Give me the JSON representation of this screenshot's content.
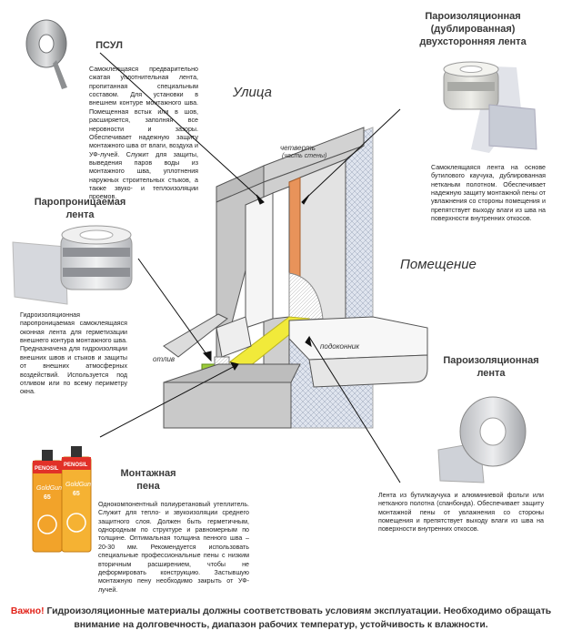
{
  "psul": {
    "title": "ПСУЛ",
    "desc": "Самоклеящаяся предварительно сжатая уплотнительная лента, пропитанная специальным составом. Для установки в внешнем контуре монтажного шва. Помещенная встык или в шов, расширяется, заполняя все неровности и зазоры. Обеспечивает надежную защиту монтажного шва от влаги, воздуха и УФ-лучей. Служит для защиты, выведения паров воды из монтажного шва, уплотнения наружных строительных стыков, а также звуко- и теплоизоляции проемов."
  },
  "vapor_double": {
    "title": [
      "Пароизоляционная",
      "(дублированная)",
      "двухсторонняя лента"
    ],
    "desc": "Самоклеящаяся лента на основе бутилового каучука, дублированная нетканым полотном. Обеспечивает надежную защиту монтажной пены от увлажнения со стороны помещения и препятствует выходу влаги из шва на поверхности внутренних откосов."
  },
  "vapor_permeable": {
    "title": [
      "Паропроницаемая",
      "лента"
    ],
    "desc": "Гидроизоляционная паропроницаемая самоклеящаяся оконная лента для герметизации внешнего контура монтажного шва. Предназначена для гидроизоляции внешних швов и стыков и защиты от внешних атмосферных воздействий. Используется под отливом или по всему периметру окна."
  },
  "vapor_tape": {
    "title": [
      "Пароизоляционная",
      "лента"
    ],
    "desc": "Лента из бутилкаучука и алюминиевой фольги или нетканого полотна (спанбонда). Обеспечивает защиту монтажной пены от увлажнения со стороны помещения и препятствует выходу влаги из шва на поверхности внутренних откосов."
  },
  "foam": {
    "title": [
      "Монтажная",
      "пена"
    ],
    "desc": "Однокомпонентный полиуретановый утеплитель. Служит для тепло- и звукоизоляции среднего защитного слоя. Должен быть герметичным, однородным по структуре и равномерным по толщине. Оптимальная толщина пенного шва – 20-30 мм. Рекомендуется использовать специальные профессиональные пены с низким вторичным расширением, чтобы не деформировать конструкцию. Застывшую монтажную пену необходимо закрыть от УФ-лучей."
  },
  "diagram_labels": {
    "street": "Улица",
    "room": "Помещение",
    "quarter": "четверть",
    "quarter_sub": "(часть стены)",
    "sill": "подоконник",
    "drip": "отлив"
  },
  "cans": {
    "brand": "PENOSIL",
    "product": "GoldGun",
    "num": "65"
  },
  "footer": {
    "warn": "Важно!",
    "text": " Гидроизоляционные материалы должны соответствовать условиям эксплуатации. Необходимо обращать внимание на долговечность, диапазон рабочих температур, устойчивость к влажности."
  },
  "colors": {
    "orange_tape": "#e8935a",
    "yellow_tape": "#f1ea3a",
    "green_tape": "#9ccb3b",
    "warn": "#e2231a"
  }
}
